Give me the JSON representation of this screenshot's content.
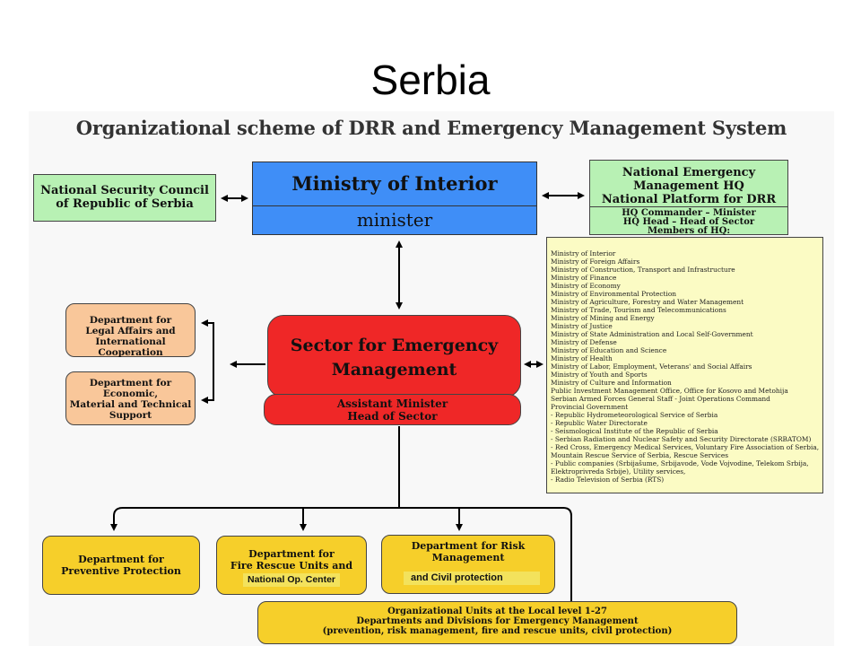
{
  "slide_title": "Serbia",
  "scheme_title": "Organizational scheme of DRR and Emergency Management System",
  "national_security_council": {
    "line1": "National Security Council",
    "line2": "of Republic of Serbia"
  },
  "ministry": {
    "name": "Ministry of Interior",
    "role": "minister"
  },
  "hq": {
    "line1": "National Emergency",
    "line2": "Management HQ",
    "line3": "National Platform for DRR",
    "detail1": "HQ Commander – Minister",
    "detail2": "HQ Head – Head of Sector",
    "detail3": "Members of HQ:"
  },
  "members": [
    "Ministry of Interior",
    "Ministry of Foreign Affairs",
    "Ministry of Construction, Transport and Infrastructure",
    "Ministry of Finance",
    "Ministry of Economy",
    "Ministry of Environmental Protection",
    "Ministry of Agriculture, Forestry and Water Management",
    "Ministry of Trade, Tourism and Telecommunications",
    "Ministry of Mining and Energy",
    "Ministry of Justice",
    "Ministry of State Administration and Local Self-Government",
    "Ministry of Defense",
    "Ministry of Education and Science",
    "Ministry of Health",
    "Ministry of Labor, Employment, Veterans' and Social Affairs",
    "Ministry of Youth and Sports",
    "Ministry of Culture and Information",
    "Public Investment Management Office, Office for Kosovo and Metohija",
    "Serbian Armed Forces General Staff - Joint Operations Command",
    "Provincial Government",
    "- Republic Hydrometeorological Service of Serbia",
    "- Republic Water Directorate",
    "- Seismological Institute of the Republic of Serbia",
    "- Serbian Radiation and Nuclear Safety and Security Directorate (SRBATOM)",
    "- Red Cross, Emergency Medical Services, Voluntary Fire Association of Serbia,",
    "Mountain Rescue Service of Serbia, Rescue Services",
    "- Public companies (Srbijašume, Srbijavode, Vode Vojvodine, Telekom Srbija,",
    "Elektroprivreda Srbije), Utility services,",
    "- Radio Television of Serbia (RTS)"
  ],
  "sector": {
    "line1": "Sector for Emergency",
    "line2": "Management",
    "sub1": "Assistant Minister",
    "sub2": "Head of Sector"
  },
  "legal_dept": {
    "line1": "Department for",
    "line2": "Legal Affairs and",
    "line3": "International Cooperation"
  },
  "econ_dept": {
    "line1": "Department for Economic,",
    "line2": "Material and Technical",
    "line3": "Support"
  },
  "prevention_dept": {
    "line1": "Department for",
    "line2": "Preventive Protection"
  },
  "fire_dept": {
    "line1": "Department for",
    "line2": "Fire Rescue Units and",
    "line3": "National Op. Center"
  },
  "risk_dept": {
    "line1": "Department for Risk",
    "line2": "Management",
    "line3": "and Civil protection"
  },
  "local_units": {
    "line1": "Organizational Units at the Local level 1-27",
    "line2": "Departments and Divisions for Emergency Management",
    "line3": "(prevention, risk management, fire and rescue units, civil protection)"
  },
  "colors": {
    "ministry_blue": "#3f8ef7",
    "sector_red": "#ef2727",
    "council_green": "#b8f1b4",
    "department_orange": "#f9c79a",
    "department_yellow": "#f6cf2a",
    "members_cream": "#fbfbc4"
  }
}
